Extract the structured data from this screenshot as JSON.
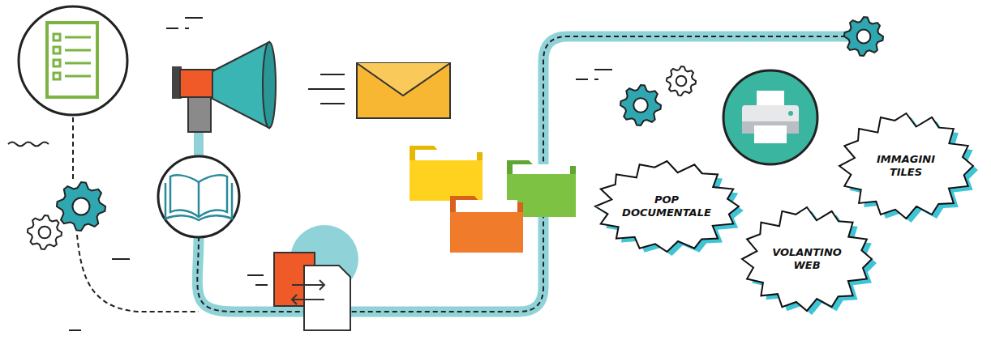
{
  "diagram": {
    "nodes": [
      {
        "text": [
          "IMMAGINI TILES"
        ]
      },
      {
        "text": [
          "POP DOCUMENTALE"
        ]
      },
      {
        "text": [
          "VOLANTINO WEB"
        ]
      }
    ]
  }
}
